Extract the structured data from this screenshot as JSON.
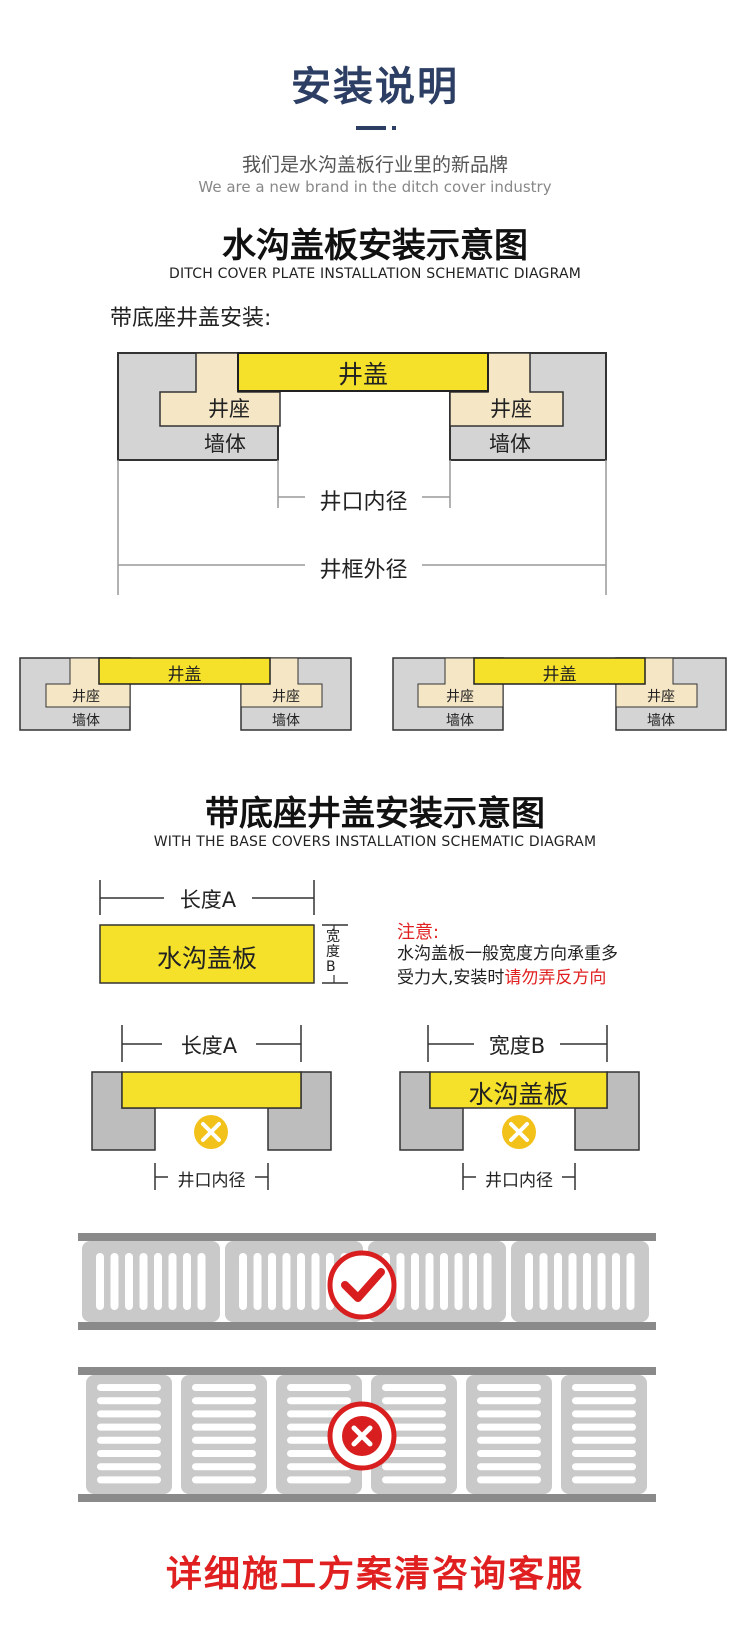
{
  "header": {
    "title": "安装说明",
    "subtitle_cn": "我们是水沟盖板行业里的新品牌",
    "subtitle_en": "We are a new brand in the ditch cover industry"
  },
  "section1": {
    "title": "水沟盖板安装示意图",
    "title_en": "DITCH COVER PLATE INSTALLATION SCHEMATIC DIAGRAM",
    "caption": "带底座井盖安装:",
    "labels": {
      "cover": "井盖",
      "seat": "井座",
      "wall": "墙体",
      "inner": "井口内径",
      "outer": "井框外径"
    }
  },
  "section2": {
    "title": "带底座井盖安装示意图",
    "title_en": "WITH THE BASE COVERS INSTALLATION SCHEMATIC DIAGRAM",
    "length_label": "长度A",
    "width_label": "宽度B",
    "plate_label": "水沟盖板",
    "inner_label": "井口内径",
    "note_title": "注意:",
    "note_line1": "水沟盖板一般宽度方向承重多",
    "note_line2_a": "受力大,安装时",
    "note_line2_b": "请勿弄反方向"
  },
  "footer": {
    "text": "详细施工方案清咨询客服"
  },
  "colors": {
    "navy": "#2c3e63",
    "yellow": "#f5e12a",
    "cream": "#f5e6c6",
    "wall_gray": "#d4d4d4",
    "red": "#e02020",
    "icon_yellow": "#f2c21b"
  }
}
